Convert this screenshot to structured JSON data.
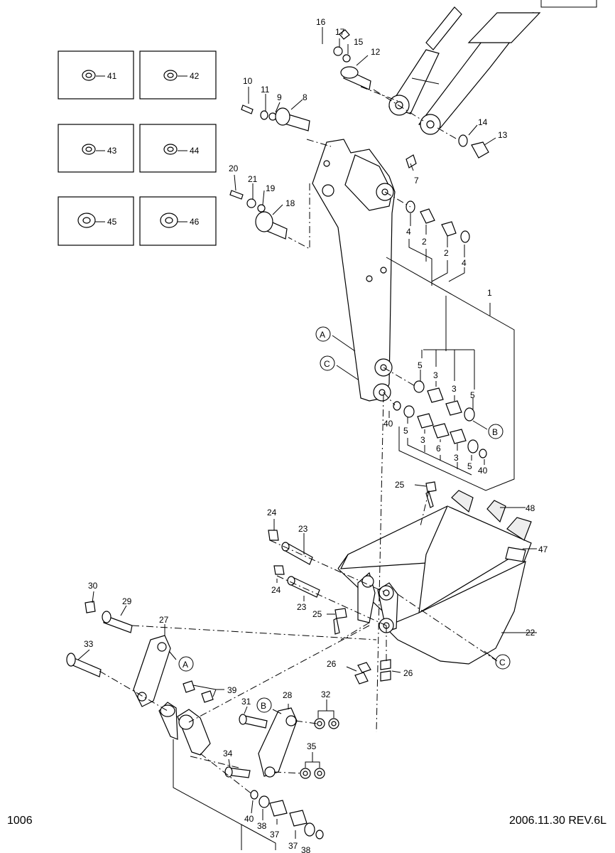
{
  "page": {
    "number": "1006",
    "revision": "2006.11.30  REV.6L"
  },
  "callouts": {
    "n1": "1",
    "n2": "2",
    "n3": "3",
    "n4": "4",
    "n5": "5",
    "n6": "6",
    "n7": "7",
    "n8": "8",
    "n9": "9",
    "n10": "10",
    "n11": "11",
    "n12": "12",
    "n13": "13",
    "n14": "14",
    "n15": "15",
    "n16": "16",
    "n17": "17",
    "n18": "18",
    "n19": "19",
    "n20": "20",
    "n21": "21",
    "n22": "22",
    "n23": "23",
    "n24": "24",
    "n25": "25",
    "n26": "26",
    "n27": "27",
    "n28": "28",
    "n29": "29",
    "n30": "30",
    "n31": "31",
    "n32": "32",
    "n33": "33",
    "n34": "34",
    "n35": "35",
    "n37": "37",
    "n38": "38",
    "n39": "39",
    "n40": "40",
    "n41": "41",
    "n42": "42",
    "n43": "43",
    "n44": "44",
    "n45": "45",
    "n46": "46",
    "n47": "47",
    "n48": "48"
  },
  "reference_letters": {
    "a": "A",
    "b": "B",
    "c": "C"
  }
}
